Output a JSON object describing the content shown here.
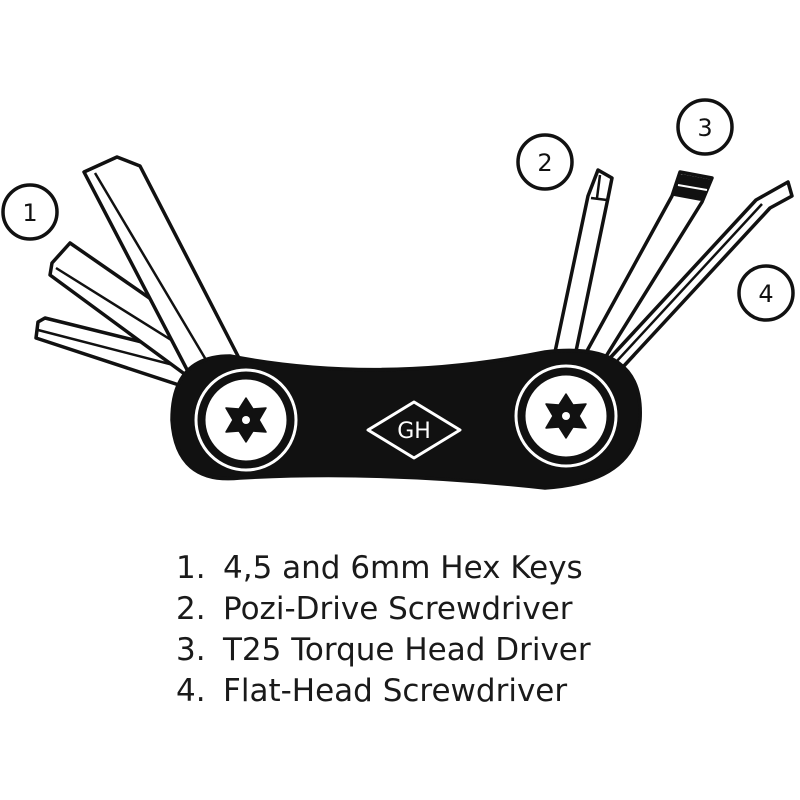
{
  "diagram": {
    "callouts": [
      {
        "number": "1"
      },
      {
        "number": "2"
      },
      {
        "number": "3"
      },
      {
        "number": "4"
      }
    ],
    "logo_text": "GH",
    "legend": [
      {
        "number": "1.",
        "label": "4,5 and 6mm Hex Keys"
      },
      {
        "number": "2.",
        "label": "Pozi-Drive Screwdriver"
      },
      {
        "number": "3.",
        "label": "T25 Torque Head Driver"
      },
      {
        "number": "4.",
        "label": "Flat-Head Screwdriver"
      }
    ]
  },
  "colors": {
    "ink": "#111111",
    "background": "#ffffff"
  },
  "icons": [
    "torx-screw-icon",
    "gh-diamond-logo"
  ]
}
